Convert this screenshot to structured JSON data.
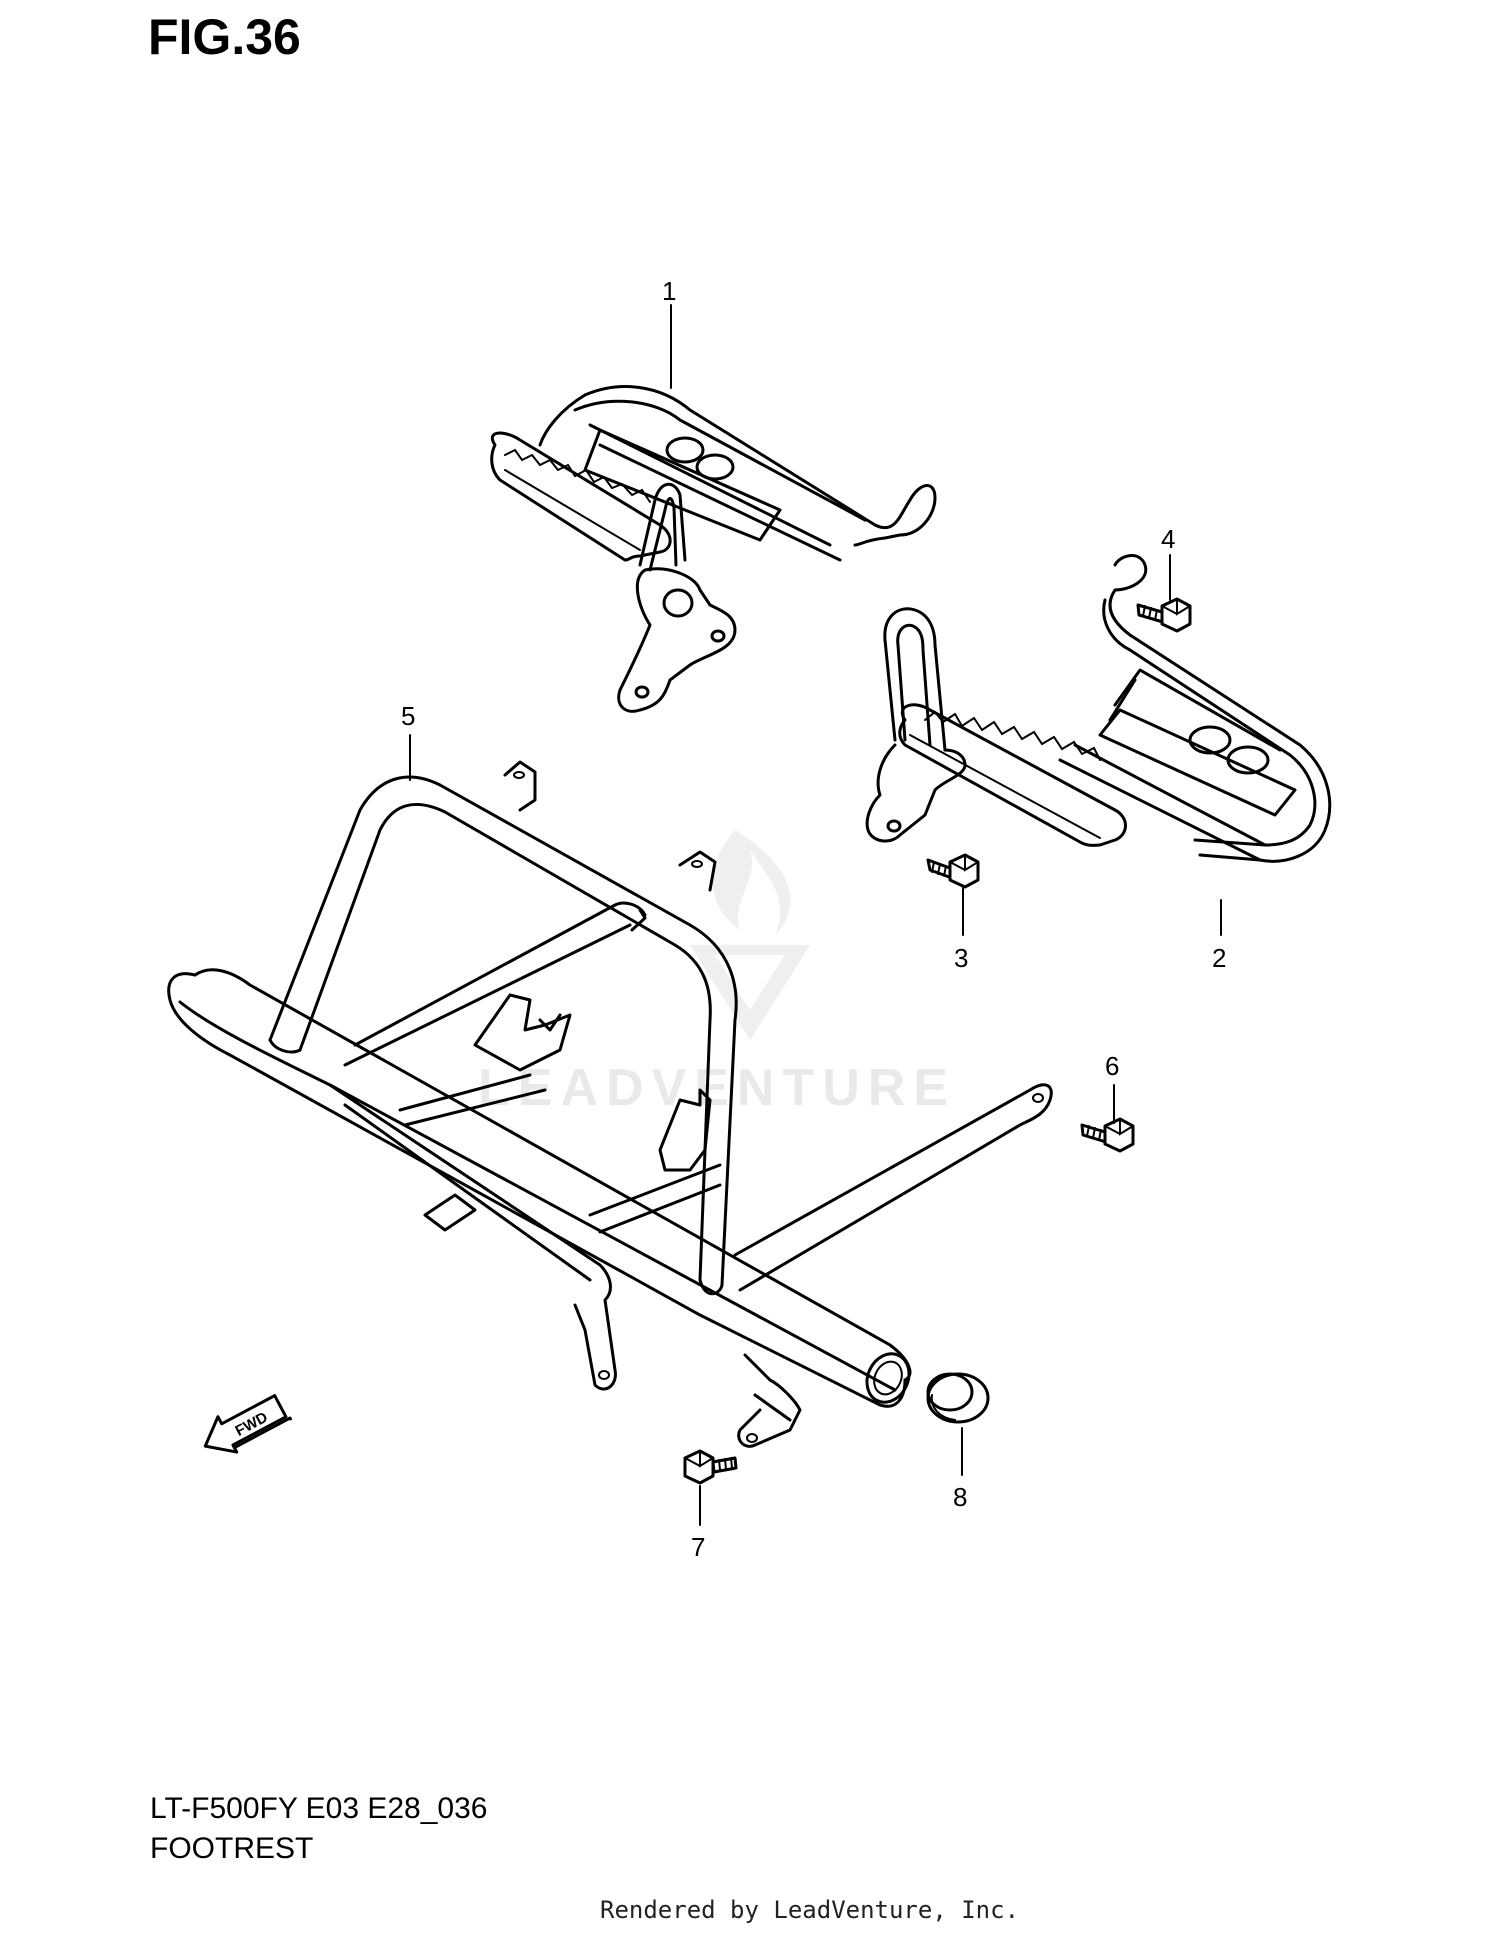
{
  "figure": {
    "title": "FIG.36",
    "model_code": "LT-F500FY E03 E28_036",
    "section_name": "FOOTREST",
    "render_credit": "Rendered by LeadVenture, Inc.",
    "watermark": "LEADVENTURE",
    "fwd_label": "FWD"
  },
  "callouts": [
    {
      "id": "1",
      "label": "1"
    },
    {
      "id": "2",
      "label": "2"
    },
    {
      "id": "3",
      "label": "3"
    },
    {
      "id": "4",
      "label": "4"
    },
    {
      "id": "5",
      "label": "5"
    },
    {
      "id": "6",
      "label": "6"
    },
    {
      "id": "7",
      "label": "7"
    },
    {
      "id": "8",
      "label": "8"
    }
  ],
  "colors": {
    "line": "#000000",
    "background": "#ffffff",
    "watermark": "#e9e9e9"
  }
}
